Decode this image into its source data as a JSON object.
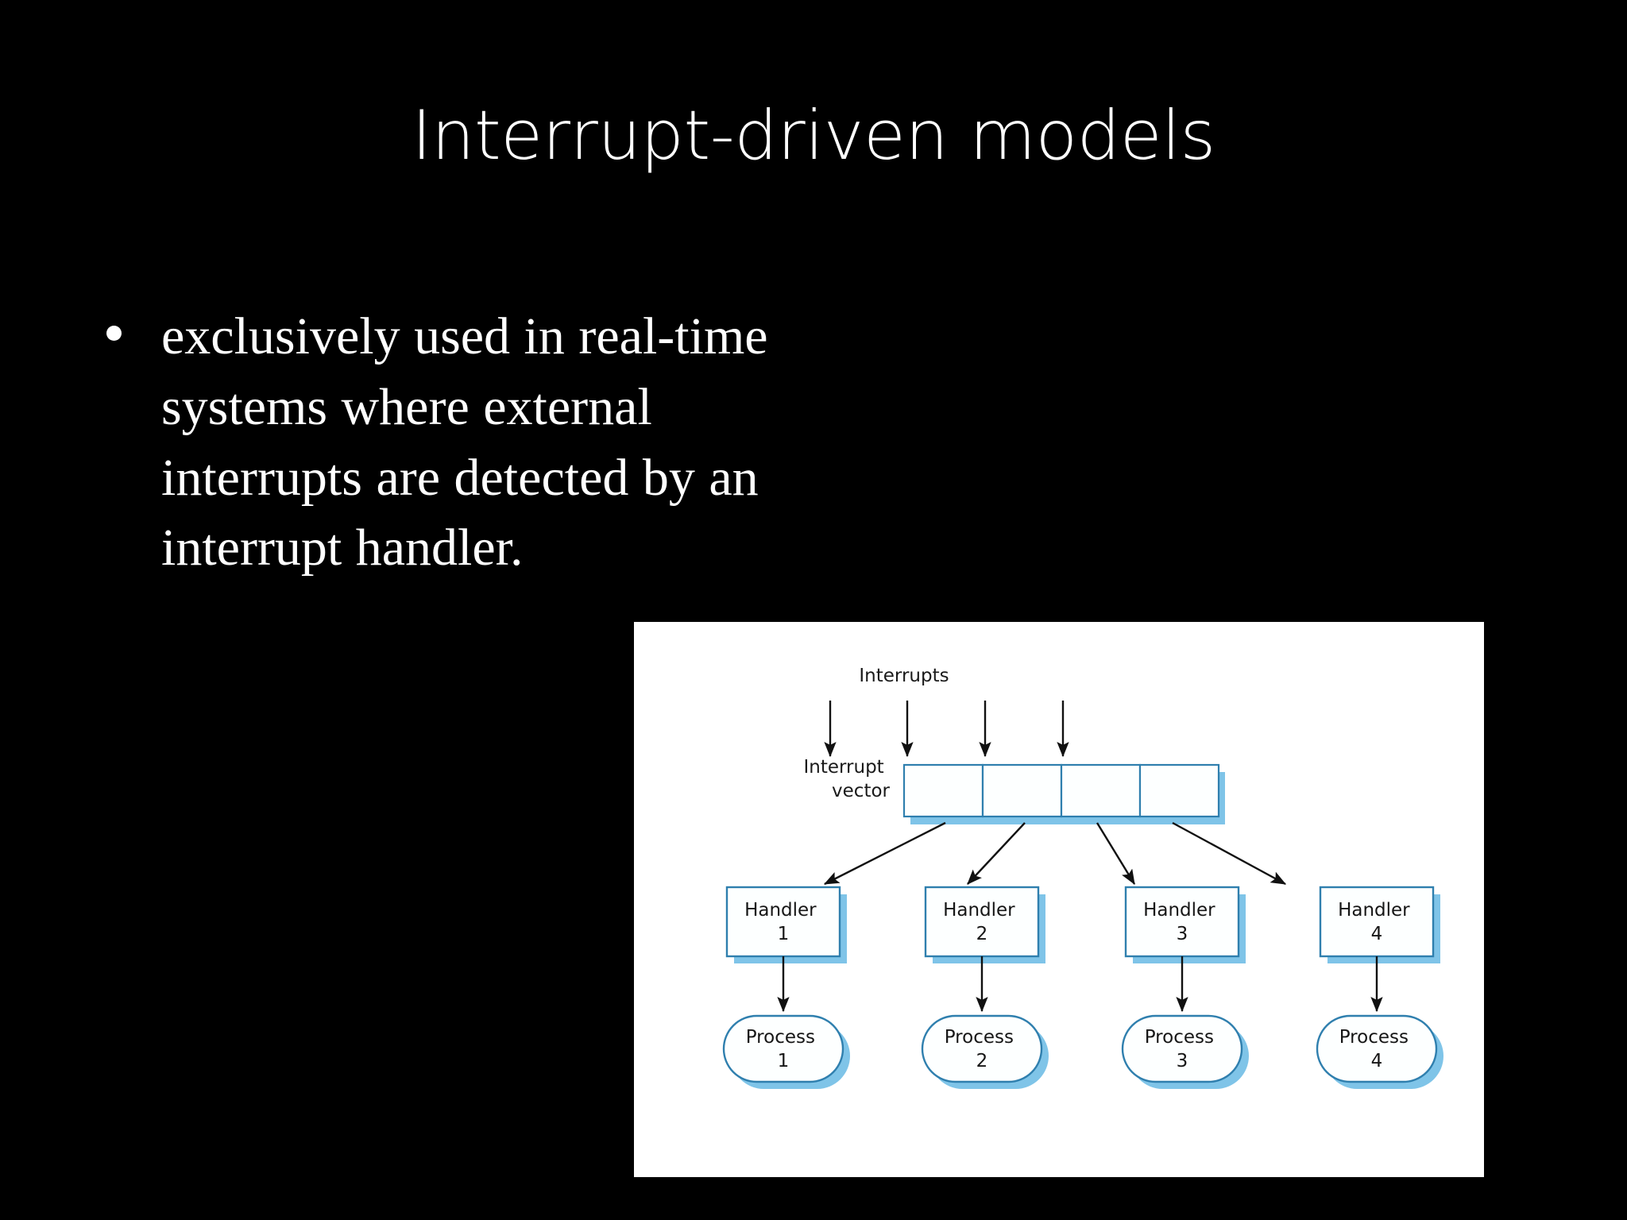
{
  "slide": {
    "title": "Interrupt-driven models",
    "background_color": "#000000",
    "text_color": "#ffffff"
  },
  "body": {
    "bullets": [
      {
        "marker": "bullet-dot",
        "text": "exclusively used in real-time systems where external interrupts are detected by an interrupt handler."
      }
    ]
  },
  "diagram": {
    "panel_background": "#ffffff",
    "accent_color": "#3f93c4",
    "shadow_color": "#7fc4e8",
    "labels": {
      "interrupts": "Interrupts",
      "interrupt_vector_line1": "Interrupt",
      "interrupt_vector_line2": "vector"
    },
    "interrupt_vector_cells": [
      "",
      "",
      "",
      ""
    ],
    "handlers": [
      {
        "line1": "Handler",
        "line2": "1"
      },
      {
        "line1": "Handler",
        "line2": "2"
      },
      {
        "line1": "Handler",
        "line2": "3"
      },
      {
        "line1": "Handler",
        "line2": "4"
      }
    ],
    "processes": [
      {
        "line1": "Process",
        "line2": "1"
      },
      {
        "line1": "Process",
        "line2": "2"
      },
      {
        "line1": "Process",
        "line2": "3"
      },
      {
        "line1": "Process",
        "line2": "4"
      }
    ]
  }
}
